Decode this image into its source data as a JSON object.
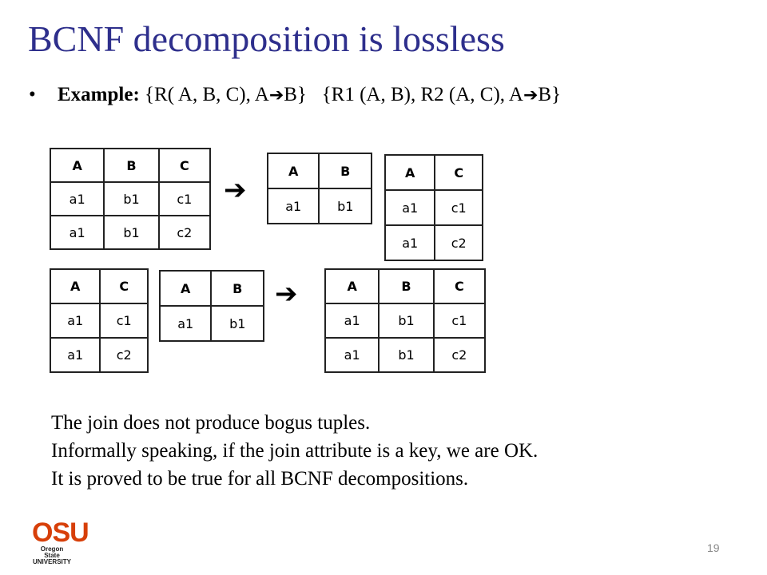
{
  "title": "BCNF decomposition is lossless",
  "example": {
    "bullet": "•",
    "label": "Example:",
    "part1_pre": "{R( A, B, C), A",
    "part1_post": "B}",
    "part2_pre": "{R1 (A, B), R2 (A, C), A",
    "part2_post": "B}",
    "arrow_glyph": "➔"
  },
  "tables": {
    "r_abc": {
      "headers": [
        "A",
        "B",
        "C"
      ],
      "rows": [
        [
          "a1",
          "b1",
          "c1"
        ],
        [
          "a1",
          "b1",
          "c2"
        ]
      ]
    },
    "r1_ab": {
      "headers": [
        "A",
        "B"
      ],
      "rows": [
        [
          "a1",
          "b1"
        ]
      ]
    },
    "r2_ac": {
      "headers": [
        "A",
        "C"
      ],
      "rows": [
        [
          "a1",
          "c1"
        ],
        [
          "a1",
          "c2"
        ]
      ]
    },
    "join_ac": {
      "headers": [
        "A",
        "C"
      ],
      "rows": [
        [
          "a1",
          "c1"
        ],
        [
          "a1",
          "c2"
        ]
      ]
    },
    "join_ab": {
      "headers": [
        "A",
        "B"
      ],
      "rows": [
        [
          "a1",
          "b1"
        ]
      ]
    },
    "join_result": {
      "headers": [
        "A",
        "B",
        "C"
      ],
      "rows": [
        [
          "a1",
          "b1",
          "c1"
        ],
        [
          "a1",
          "b1",
          "c2"
        ]
      ]
    }
  },
  "arrows": {
    "glyph": "➔"
  },
  "notes": [
    "The join does not produce bogus tuples.",
    "Informally speaking, if the join attribute is a key, we are OK.",
    "It is proved to be true for all BCNF decompositions."
  ],
  "logo": {
    "mark": "OSU",
    "line1": "Oregon State",
    "line2": "UNIVERSITY"
  },
  "page_number": "19",
  "colors": {
    "title": "#2e2f8c",
    "logo": "#d73f09"
  }
}
